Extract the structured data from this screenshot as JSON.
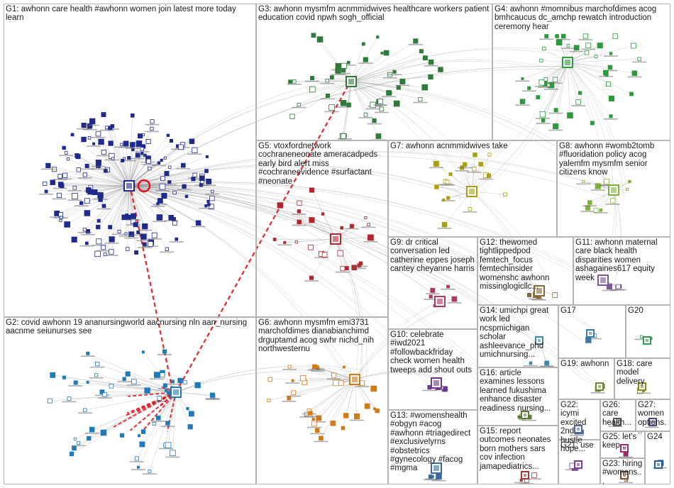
{
  "groups": [
    {
      "id": "G1",
      "label": "G1: awhonn care health #awhonn women join latest more today learn",
      "color": "#1f2a8c",
      "density": 0.9
    },
    {
      "id": "G2",
      "label": "G2: covid awhonn 19 ananursingworld aacnursing nln aan_nursing aacnme seiunurses see",
      "color": "#1e7ab8",
      "density": 0.6
    },
    {
      "id": "G3",
      "label": "G3: awhonn mysmfm acnmmidwives healthcare workers patient education covid npwh sogh_official",
      "color": "#2f7a3a",
      "density": 0.7
    },
    {
      "id": "G4",
      "label": "G4: awhonn #momnibus marchofdimes acog bmhcaucus dc_amchp rewatch introduction ceremony hear",
      "color": "#2b9a3c",
      "density": 0.8
    },
    {
      "id": "G5",
      "label": "G5: vtoxfordnetwork cochraneneonate ameracadpeds early bird alert miss #cochraneevidence #surfactant #neonate",
      "color": "#b3262e",
      "density": 0.5
    },
    {
      "id": "G6",
      "label": "G6: awhonn mysmfm emi3731 marchofdimes dianabianchimd drguptamd acog swhr nichd_nih northwesternu",
      "color": "#d07a18",
      "density": 0.7
    },
    {
      "id": "G7",
      "label": "G7: awhonn acnmmidwives take",
      "color": "#a8a010",
      "density": 0.5
    },
    {
      "id": "G8",
      "label": "G8: awhonn #womb2tomb #fluoridation policy acog yalemfm mysmfm senior citizens know",
      "color": "#7fb23a",
      "density": 0.5
    },
    {
      "id": "G9",
      "label": "G9: dr critical conversation led catherine eppes joseph cantey cheyanne harris",
      "color": "#b0365a",
      "density": 0.3
    },
    {
      "id": "G10",
      "label": "G10: celebrate #iwd2021 #followbackfriday check women health tweeps add shout outs",
      "color": "#6a3a8a",
      "density": 0.3
    },
    {
      "id": "G11",
      "label": "G11: awhonn maternal care black health disparities women ashagaines617 equity week",
      "color": "#7a5a9a",
      "density": 0.3
    },
    {
      "id": "G12",
      "label": "G12: thewomed tightlippedpod femtech_focus femtechinsider womenshc awhonn missinglogicllc...",
      "color": "#8a6a3a",
      "density": 0.3
    },
    {
      "id": "G13",
      "label": "G13: #womenshealth #obgyn #acog #awhonn #triagedirect #exclusivelyrns #obstetrics #gynecology #facog #mgma",
      "color": "#3a6a9a",
      "density": 0.3
    },
    {
      "id": "G14",
      "label": "G14: umichpi great work led ncspmichigan scholar ashleevance_phd umichnursing...",
      "color": "#3a8aaa",
      "density": 0.3
    },
    {
      "id": "G15",
      "label": "G15: report outcomes neonates born mothers sars cov infection jamapediatrics...",
      "color": "#9a3a3a",
      "density": 0.3
    },
    {
      "id": "G16",
      "label": "G16: article examines lessons learned fukushima enhance disaster readiness nursing...",
      "color": "#5a7a3a",
      "density": 0.3
    },
    {
      "id": "G17",
      "label": "G17",
      "color": "#3a7aaa",
      "density": 0.2
    },
    {
      "id": "G18",
      "label": "G18: care model delivery",
      "color": "#8a8a20",
      "density": 0.2
    },
    {
      "id": "G19",
      "label": "G19: awhonn",
      "color": "#6a8a2a",
      "density": 0.2
    },
    {
      "id": "G20",
      "label": "G20",
      "color": "#3a9a5a",
      "density": 0.2
    },
    {
      "id": "G21",
      "label": "G21: use",
      "color": "#7a3a9a",
      "density": 0.2
    },
    {
      "id": "G22",
      "label": "G22: icymi excited 2nd hustle hope...",
      "color": "#4a6a9a",
      "density": 0.2
    },
    {
      "id": "G23",
      "label": "G23: hiring #womens...",
      "color": "#7a4a2a",
      "density": 0.2
    },
    {
      "id": "G24",
      "label": "G24",
      "color": "#2a5a9a",
      "density": 0.2
    },
    {
      "id": "G25",
      "label": "G25: let's keep...",
      "color": "#9a2a6a",
      "density": 0.2
    },
    {
      "id": "G26",
      "label": "G26: care health...",
      "color": "#5a5a5a",
      "density": 0.2
    },
    {
      "id": "G27",
      "label": "G27: women options...",
      "color": "#4a4a8a",
      "density": 0.2
    }
  ],
  "colors": {
    "background": "#ffffff",
    "box_border": "#b4b4b4",
    "edge": "#a8a8a8",
    "highlight": "#e3101a",
    "label_text": "#1a1a1a"
  }
}
